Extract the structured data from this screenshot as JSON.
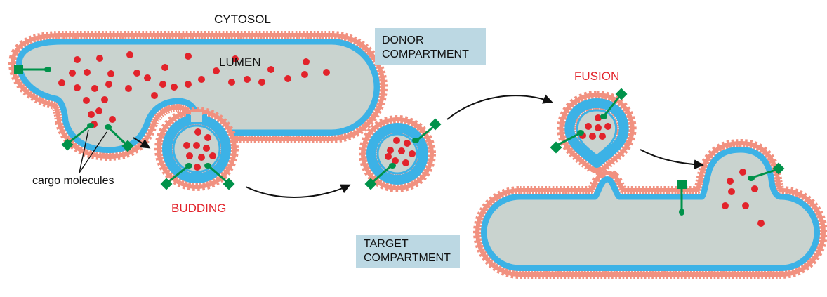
{
  "labels": {
    "cytosol": "CYTOSOL",
    "lumen": "LUMEN",
    "donor_line1": "DONOR",
    "donor_line2": "COMPARTMENT",
    "fusion": "FUSION",
    "cargo": "cargo molecules",
    "budding": "BUDDING",
    "target_line1": "TARGET",
    "target_line2": "COMPARTMENT"
  },
  "colors": {
    "lumen_fill": "#c9d3cf",
    "inner_leaflet": "#3cb2e6",
    "outer_leaflet": "#f19180",
    "tail": "#ffffff",
    "cargo_dot": "#e2232b",
    "receptor": "#00924a",
    "label_box": "#bcd8e3",
    "arrow": "#111111"
  },
  "icons": {
    "cargo": "red-circle",
    "receptor": "green-square-on-stalk"
  }
}
